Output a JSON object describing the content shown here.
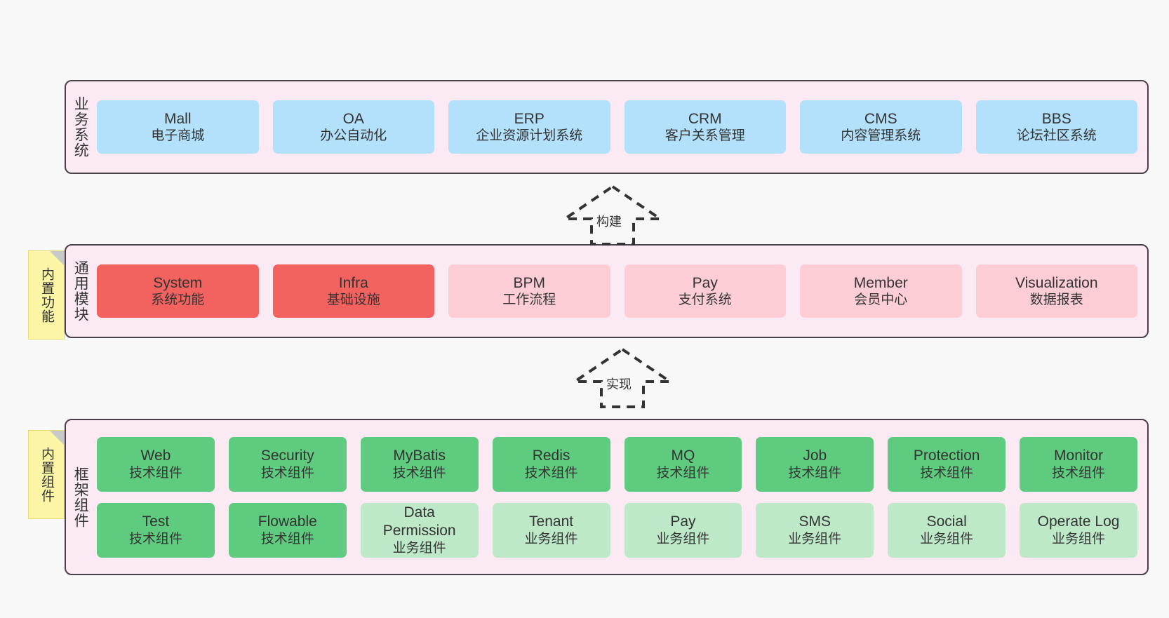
{
  "canvas": {
    "background": "#f8f8f8",
    "panel_fill": "#fbeaf4",
    "panel_stroke": "#4a4049",
    "note_fill": "#fbf5a5",
    "note_fold": "#c9c9c9"
  },
  "layers": [
    {
      "id": "business-systems",
      "label": "业务系统",
      "note": null,
      "rows": [
        {
          "nodes": [
            {
              "en": "Mall",
              "cn": "电子商城",
              "color": "blue"
            },
            {
              "en": "OA",
              "cn": "办公自动化",
              "color": "blue"
            },
            {
              "en": "ERP",
              "cn": "企业资源计划系统",
              "color": "blue"
            },
            {
              "en": "CRM",
              "cn": "客户关系管理",
              "color": "blue"
            },
            {
              "en": "CMS",
              "cn": "内容管理系统",
              "color": "blue"
            },
            {
              "en": "BBS",
              "cn": "论坛社区系统",
              "color": "blue"
            }
          ]
        }
      ]
    },
    {
      "id": "common-modules",
      "label": "通用模块",
      "note": "内置功能",
      "rows": [
        {
          "nodes": [
            {
              "en": "System",
              "cn": "系统功能",
              "color": "red"
            },
            {
              "en": "Infra",
              "cn": "基础设施",
              "color": "red"
            },
            {
              "en": "BPM",
              "cn": "工作流程",
              "color": "pink"
            },
            {
              "en": "Pay",
              "cn": "支付系统",
              "color": "pink"
            },
            {
              "en": "Member",
              "cn": "会员中心",
              "color": "pink"
            },
            {
              "en": "Visualization",
              "cn": "数据报表",
              "color": "pink"
            }
          ]
        }
      ]
    },
    {
      "id": "framework-components",
      "label": "框架组件",
      "note": "内置组件",
      "rows": [
        {
          "nodes": [
            {
              "en": "Web",
              "cn": "技术组件",
              "color": "green"
            },
            {
              "en": "Security",
              "cn": "技术组件",
              "color": "green"
            },
            {
              "en": "MyBatis",
              "cn": "技术组件",
              "color": "green"
            },
            {
              "en": "Redis",
              "cn": "技术组件",
              "color": "green"
            },
            {
              "en": "MQ",
              "cn": "技术组件",
              "color": "green"
            },
            {
              "en": "Job",
              "cn": "技术组件",
              "color": "green"
            },
            {
              "en": "Protection",
              "cn": "技术组件",
              "color": "green"
            },
            {
              "en": "Monitor",
              "cn": "技术组件",
              "color": "green"
            }
          ]
        },
        {
          "nodes": [
            {
              "en": "Test",
              "cn": "技术组件",
              "color": "green"
            },
            {
              "en": "Flowable",
              "cn": "技术组件",
              "color": "green"
            },
            {
              "en": "Data Permission",
              "cn": "业务组件",
              "color": "lightgreen",
              "wrap": true
            },
            {
              "en": "Tenant",
              "cn": "业务组件",
              "color": "lightgreen"
            },
            {
              "en": "Pay",
              "cn": "业务组件",
              "color": "lightgreen"
            },
            {
              "en": "SMS",
              "cn": "业务组件",
              "color": "lightgreen"
            },
            {
              "en": "Social",
              "cn": "业务组件",
              "color": "lightgreen"
            },
            {
              "en": "Operate Log",
              "cn": "业务组件",
              "color": "lightgreen"
            }
          ]
        }
      ]
    }
  ],
  "connectors": [
    {
      "id": "build",
      "label": "构建",
      "from": "common-modules",
      "to": "business-systems",
      "style": "dashed-hollow-arrow"
    },
    {
      "id": "implement",
      "label": "实现",
      "from": "framework-components",
      "to": "common-modules",
      "style": "dashed-hollow-arrow"
    }
  ]
}
